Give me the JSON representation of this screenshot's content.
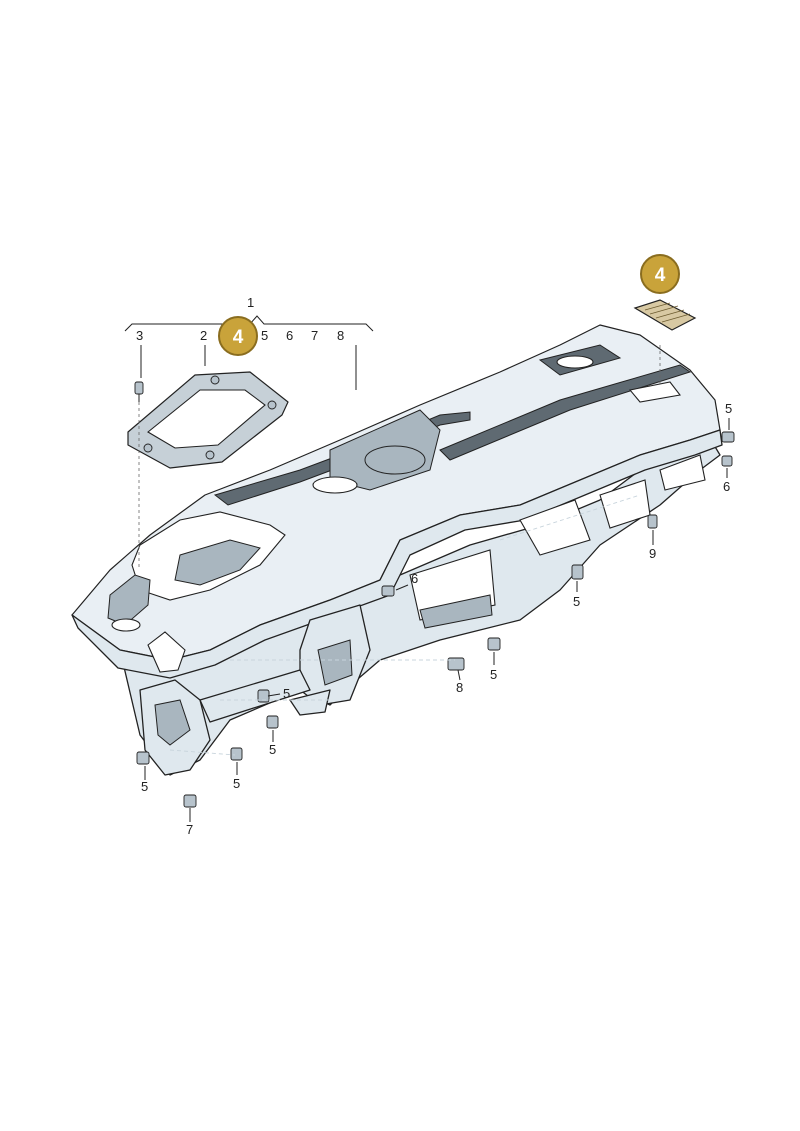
{
  "badge_color": "#c9a33a",
  "badge_border": "#8a6d1f",
  "callouts": {
    "c1": "1",
    "c2": "2",
    "c3": "3",
    "c5_group": "5",
    "c6_group": "6",
    "c7_group": "7",
    "c8_group": "8",
    "c5_right": "5",
    "c6_right": "6",
    "c9": "9",
    "c6_center": "6",
    "c5_center": "5",
    "c8_center": "8",
    "c5_low_a": "5",
    "c5_low_b": "5",
    "c5_low_c": "5",
    "c5_low_d": "5",
    "c7_bottom": "7",
    "c5_far_right": "5"
  },
  "badges": {
    "left": "4",
    "right": "4"
  }
}
